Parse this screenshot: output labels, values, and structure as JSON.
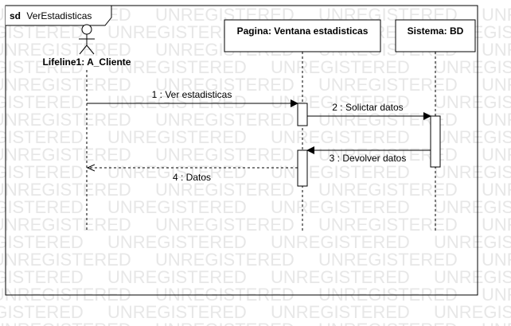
{
  "watermark": "UNREGISTERED",
  "frame": {
    "keyword": "sd",
    "name": "VerEstadisticas"
  },
  "actor": {
    "label": "Lifeline1: A_Cliente"
  },
  "lifelines": [
    {
      "label": "Pagina: Ventana estadisticas"
    },
    {
      "label": "Sistema: BD"
    }
  ],
  "messages": [
    {
      "label": "1 : Ver estadisticas"
    },
    {
      "label": "2 : Solictar datos"
    },
    {
      "label": "3 : Devolver datos"
    },
    {
      "label": "4 : Datos"
    }
  ]
}
